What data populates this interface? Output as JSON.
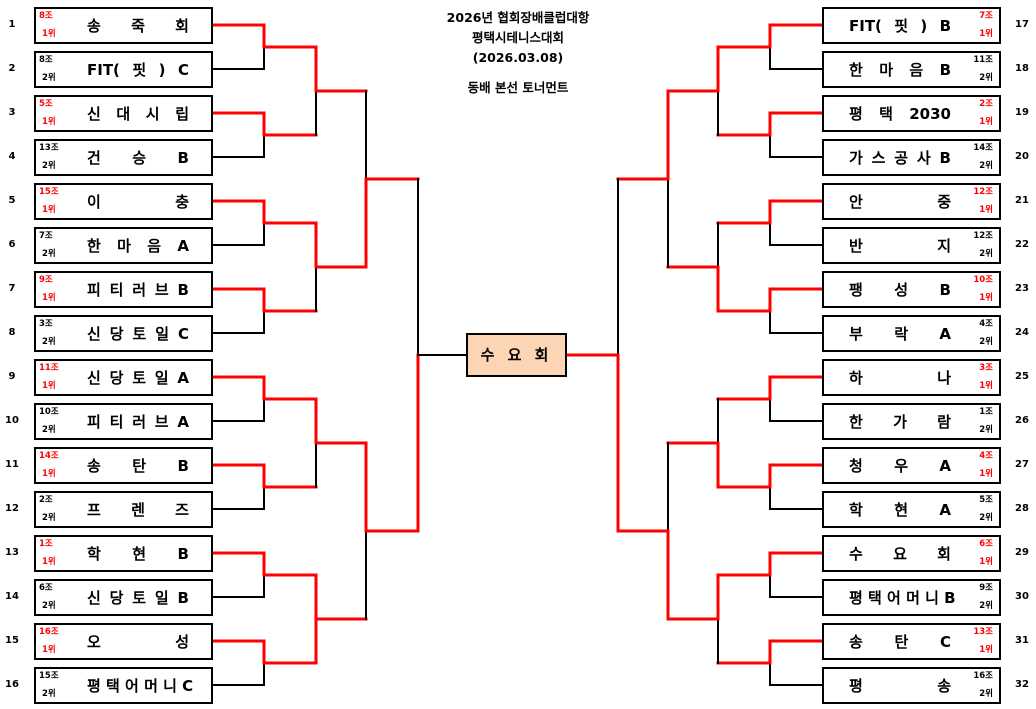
{
  "header": {
    "line1": "2026년 협회장배클럽대항",
    "line2": "평택시테니스대회",
    "line3": "(2026.03.08)",
    "line4": "동배 본선 토너먼트"
  },
  "colors": {
    "win_line": "#ff0000",
    "lose_line": "#000000",
    "champion_bg": "#fcd5b4",
    "first_place_label": "#ff0000"
  },
  "champion": {
    "name": "수 요 회"
  },
  "left": [
    {
      "seed": "1",
      "group": "8조",
      "rank": "1위",
      "name": "송 죽 회"
    },
    {
      "seed": "2",
      "group": "8조",
      "rank": "2위",
      "name": "FIT( 핏 ) C"
    },
    {
      "seed": "3",
      "group": "5조",
      "rank": "1위",
      "name": "신 대 시 립"
    },
    {
      "seed": "4",
      "group": "13조",
      "rank": "2위",
      "name": "건 승 B"
    },
    {
      "seed": "5",
      "group": "15조",
      "rank": "1위",
      "name": "이 충"
    },
    {
      "seed": "6",
      "group": "7조",
      "rank": "2위",
      "name": "한 마 음 A"
    },
    {
      "seed": "7",
      "group": "9조",
      "rank": "1위",
      "name": "피 티 러 브 B"
    },
    {
      "seed": "8",
      "group": "3조",
      "rank": "2위",
      "name": "신 당 토 일 C"
    },
    {
      "seed": "9",
      "group": "11조",
      "rank": "1위",
      "name": "신 당 토 일 A"
    },
    {
      "seed": "10",
      "group": "10조",
      "rank": "2위",
      "name": "피 티 러 브 A"
    },
    {
      "seed": "11",
      "group": "14조",
      "rank": "1위",
      "name": "송 탄 B"
    },
    {
      "seed": "12",
      "group": "2조",
      "rank": "2위",
      "name": "프 렌 즈"
    },
    {
      "seed": "13",
      "group": "1조",
      "rank": "1위",
      "name": "학 현 B"
    },
    {
      "seed": "14",
      "group": "6조",
      "rank": "2위",
      "name": "신 당 토 일 B"
    },
    {
      "seed": "15",
      "group": "16조",
      "rank": "1위",
      "name": "오 성"
    },
    {
      "seed": "16",
      "group": "15조",
      "rank": "2위",
      "name": "평 택 어 머 니 C"
    }
  ],
  "right": [
    {
      "seed": "17",
      "group": "7조",
      "rank": "1위",
      "name": "FIT( 핏 ) B"
    },
    {
      "seed": "18",
      "group": "11조",
      "rank": "2위",
      "name": "한 마 음 B"
    },
    {
      "seed": "19",
      "group": "2조",
      "rank": "1위",
      "name": "평 택 2030"
    },
    {
      "seed": "20",
      "group": "14조",
      "rank": "2위",
      "name": "가 스 공 사 B"
    },
    {
      "seed": "21",
      "group": "12조",
      "rank": "1위",
      "name": "안 중"
    },
    {
      "seed": "22",
      "group": "12조",
      "rank": "2위",
      "name": "반 지"
    },
    {
      "seed": "23",
      "group": "10조",
      "rank": "1위",
      "name": "팽 성 B"
    },
    {
      "seed": "24",
      "group": "4조",
      "rank": "2위",
      "name": "부 락 A"
    },
    {
      "seed": "25",
      "group": "3조",
      "rank": "1위",
      "name": "하 나"
    },
    {
      "seed": "26",
      "group": "1조",
      "rank": "2위",
      "name": "한 가 람"
    },
    {
      "seed": "27",
      "group": "4조",
      "rank": "1위",
      "name": "청 우 A"
    },
    {
      "seed": "28",
      "group": "5조",
      "rank": "2위",
      "name": "학 현 A"
    },
    {
      "seed": "29",
      "group": "6조",
      "rank": "1위",
      "name": "수 요 회"
    },
    {
      "seed": "30",
      "group": "9조",
      "rank": "2위",
      "name": "평 택 어 머 니 B"
    },
    {
      "seed": "31",
      "group": "13조",
      "rank": "1위",
      "name": "송 탄 C"
    },
    {
      "seed": "32",
      "group": "16조",
      "rank": "2위",
      "name": "평 송"
    }
  ],
  "results": {
    "left": [
      [
        "top",
        "top",
        "top",
        "top",
        "top",
        "top",
        "top",
        "top"
      ],
      [
        "top",
        "top",
        "top",
        "both"
      ],
      [
        "bottom",
        "top"
      ],
      [
        "bottom"
      ]
    ],
    "right": [
      [
        "top",
        "top",
        "top",
        "top",
        "top",
        "top",
        "top",
        "top"
      ],
      [
        "top",
        "bottom",
        "bottom",
        "top"
      ],
      [
        "top",
        "bottom"
      ],
      [
        "bottom"
      ]
    ],
    "final_winner_side": "right"
  }
}
